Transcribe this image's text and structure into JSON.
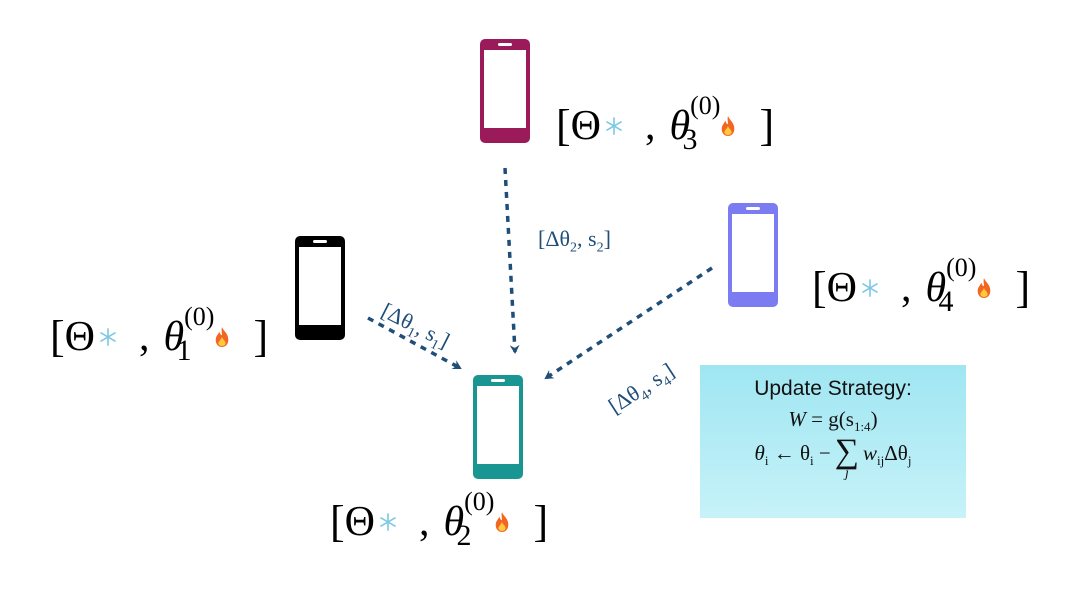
{
  "phones": [
    {
      "id": "phone-1",
      "color": "#000000",
      "label": {
        "theta_sup": "(0)",
        "theta_sub": "1"
      }
    },
    {
      "id": "phone-2",
      "color": "#1a9692",
      "label": {
        "theta_sup": "(0)",
        "theta_sub": "2"
      }
    },
    {
      "id": "phone-3",
      "color": "#9b1b5a",
      "label": {
        "theta_sup": "(0)",
        "theta_sub": "3"
      }
    },
    {
      "id": "phone-4",
      "color": "#7b7cf2",
      "label": {
        "theta_sup": "(0)",
        "theta_sub": "4"
      }
    }
  ],
  "symbols": {
    "open": "[",
    "close": "]",
    "Theta": "Θ",
    "comma": ",",
    "theta": "θ",
    "frozen_icon": "snowflake-icon",
    "trainable_icon": "fire-icon"
  },
  "edges": [
    {
      "id": "edge-1",
      "text_delta": "[Δθ",
      "sub1": "1",
      "text_s": ", s",
      "sub2": "1",
      "close": "]"
    },
    {
      "id": "edge-2",
      "text_delta": "[Δθ",
      "sub1": "2",
      "text_s": ", s",
      "sub2": "2",
      "close": "]"
    },
    {
      "id": "edge-4",
      "text_delta": "[Δθ",
      "sub1": "4",
      "text_s": ", s",
      "sub2": "4",
      "close": "]"
    }
  ],
  "colors": {
    "arrow": "#1f4e79",
    "edge_text": "#1f4e79",
    "strategy_bg_top": "#9fe6f2",
    "strategy_bg_bottom": "#c7f2f8"
  },
  "strategy": {
    "title": "Update Strategy:",
    "eq1_lhs": "W",
    "eq1_mid": " = g(s",
    "eq1_sub": "1:4",
    "eq1_end": ")",
    "eq2_lhs": "θ",
    "eq2_lhs_sub": "i",
    "eq2_arrow": " ← θ",
    "eq2_arrow_sub": "i",
    "eq2_minus": " − ",
    "eq2_sigma": "∑",
    "eq2_sigma_idx": "j",
    "eq2_w": "w",
    "eq2_w_sub": "ij",
    "eq2_delta": "Δθ",
    "eq2_delta_sub": "j"
  }
}
